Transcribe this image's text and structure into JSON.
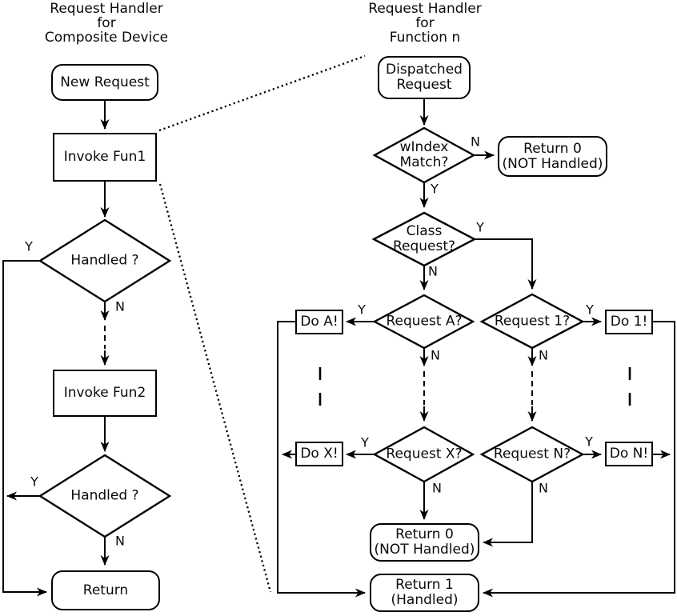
{
  "colors": {
    "stroke": "#000000",
    "background": "#ffffff",
    "text": "#0a0a0a"
  },
  "labels": {
    "yes": "Y",
    "no": "N"
  },
  "left": {
    "title": "Request Handler\nfor\nComposite Device",
    "new_request": "New Request",
    "invoke_fun1": "Invoke Fun1",
    "handled_1": "Handled ?",
    "invoke_fun2": "Invoke Fun2",
    "handled_2": "Handled ?",
    "return_node": "Return"
  },
  "right": {
    "title": "Request Handler\nfor\nFunction n",
    "dispatched_request": "Dispatched\nRequest",
    "windex_match": "wIndex\nMatch?",
    "return_0_top": "Return 0\n(NOT Handled)",
    "class_request": "Class\nRequest?",
    "request_a": "Request A?",
    "do_a": "Do A!",
    "request_1": "Request 1?",
    "do_1": "Do 1!",
    "request_x": "Request X?",
    "do_x": "Do X!",
    "request_n": "Request N?",
    "do_n": "Do N!",
    "return_0_bottom": "Return 0\n(NOT Handled)",
    "return_1": "Return 1\n(Handled)"
  }
}
